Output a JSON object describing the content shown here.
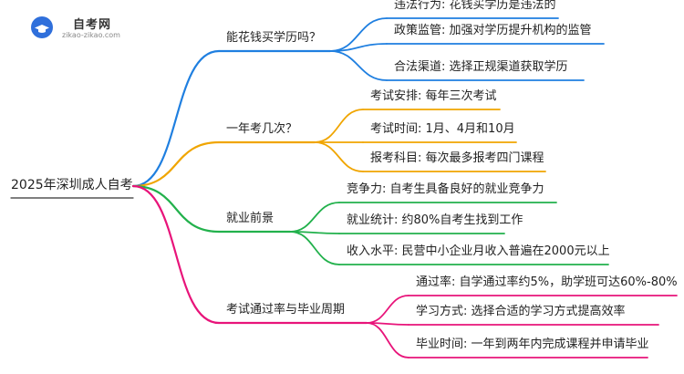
{
  "logo": {
    "title": "自考网",
    "subtitle": "zikao-zikao.com",
    "accent": "#2f6fdb"
  },
  "root": "2025年深圳成人自考",
  "branches": [
    {
      "label": "能花钱买学历吗？",
      "color": "#1f7fe0",
      "children": [
        "违法行为: 花钱买学历是违法的",
        "政策监管: 加强对学历提升机构的监管",
        "合法渠道: 选择正规渠道获取学历"
      ]
    },
    {
      "label": "一年考几次？",
      "color": "#f0a500",
      "children": [
        "考试安排: 每年三次考试",
        "考试时间: 1月、4月和10月",
        "报考科目: 每次最多报考四门课程"
      ]
    },
    {
      "label": "就业前景",
      "color": "#22b14c",
      "children": [
        "竞争力: 自考生具备良好的就业竞争力",
        "就业统计: 约80%自考生找到工作",
        "收入水平: 民营中小企业月收入普遍在2000元以上"
      ]
    },
    {
      "label": "考试通过率与毕业周期",
      "color": "#e8147a",
      "children": [
        "通过率: 自学通过率约5%，助学班可达60%-80%",
        "学习方式: 选择合适的学习方式提高效率",
        "毕业时间: 一年到两年内完成课程并申请毕业"
      ]
    }
  ]
}
